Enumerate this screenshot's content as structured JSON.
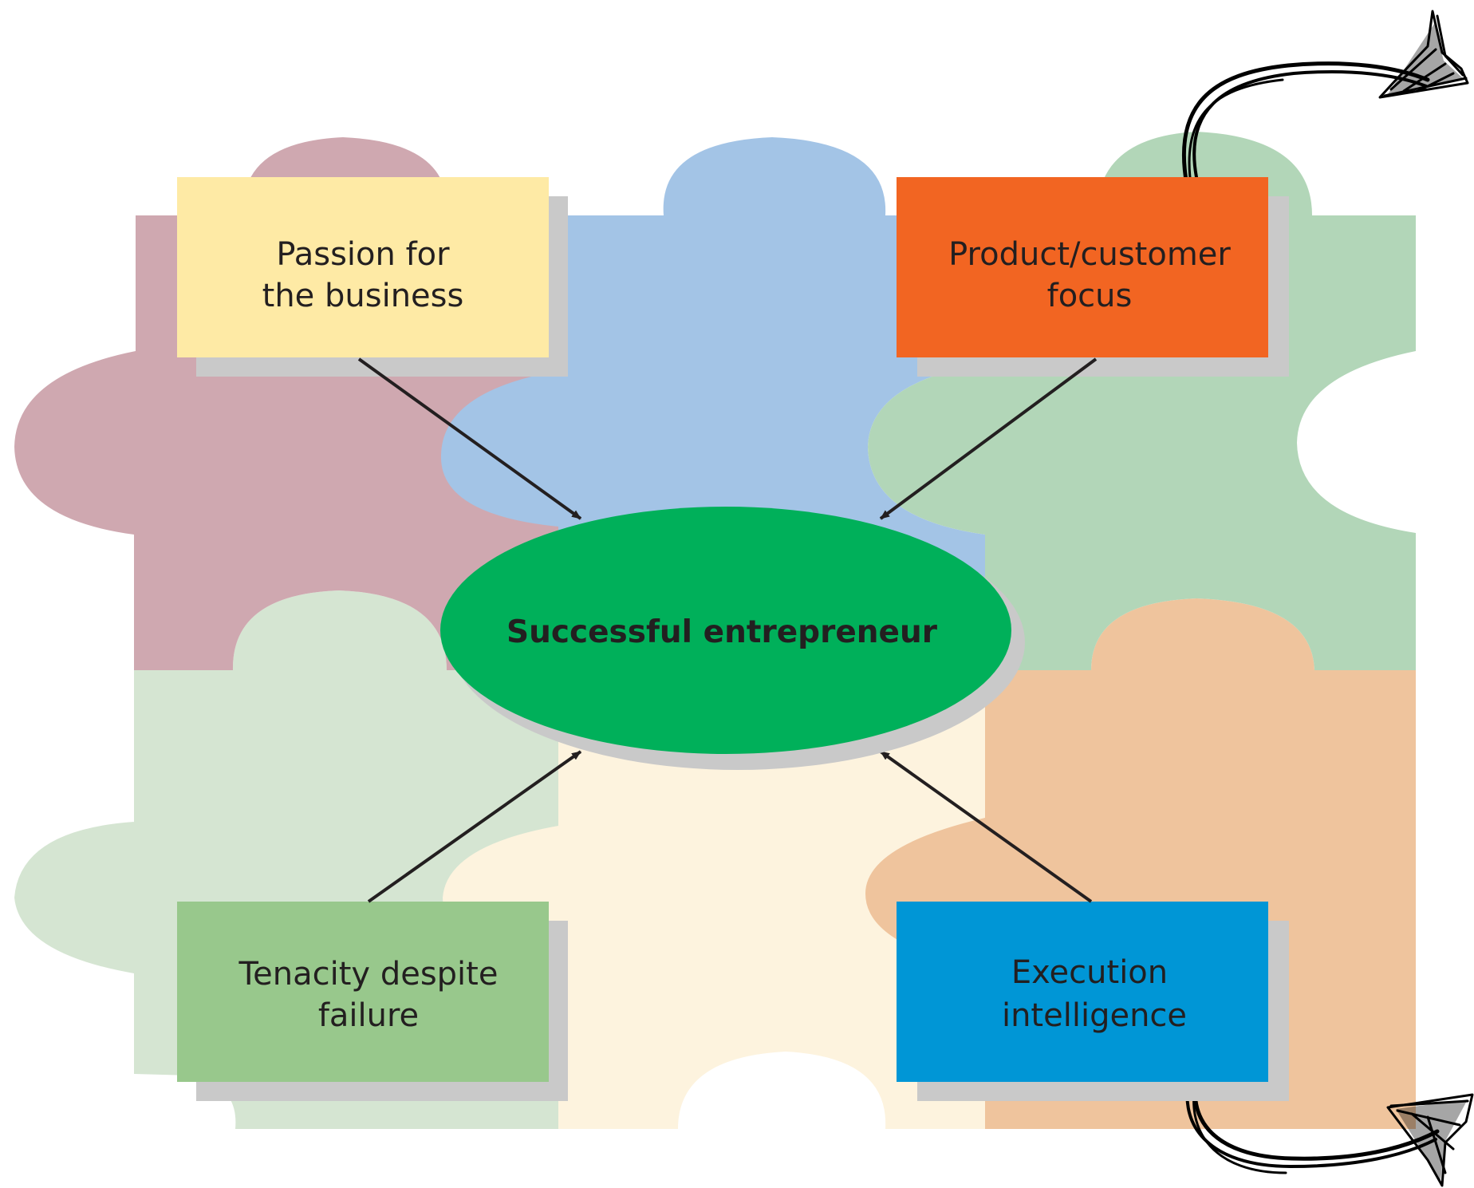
{
  "center": {
    "label": "Successful entrepreneur"
  },
  "boxes": [
    {
      "key": "passion",
      "lines": [
        "Passion for",
        "the business"
      ]
    },
    {
      "key": "product",
      "lines": [
        "Product/customer",
        "focus"
      ]
    },
    {
      "key": "tenacity",
      "lines": [
        "Tenacity despite",
        "failure"
      ]
    },
    {
      "key": "execution",
      "lines": [
        "Execution",
        "intelligence"
      ]
    }
  ],
  "colors": {
    "puzzle_mauve": "#cfa8b0",
    "puzzle_blue": "#a3c4e6",
    "puzzle_green": "#b2d6b8",
    "puzzle_pale_green": "#d5e5d2",
    "puzzle_cream": "#fdf3de",
    "puzzle_peach": "#efc49d",
    "box_passion": "#feeaa5",
    "box_product": "#f26522",
    "box_tenacity": "#98c88c",
    "box_execution": "#0096d6",
    "ellipse_green": "#00b05a",
    "box_shadow": "#c9c9c9",
    "connector": "#231f20"
  }
}
